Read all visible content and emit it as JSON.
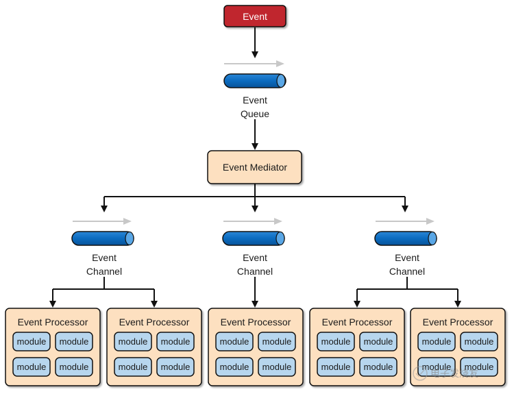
{
  "event": {
    "label": "Event"
  },
  "event_queue": {
    "label_line1": "Event",
    "label_line2": "Queue"
  },
  "mediator": {
    "label": "Event Mediator"
  },
  "channels": [
    {
      "label_line1": "Event",
      "label_line2": "Channel"
    },
    {
      "label_line1": "Event",
      "label_line2": "Channel"
    },
    {
      "label_line1": "Event",
      "label_line2": "Channel"
    }
  ],
  "processors": [
    {
      "title": "Event Processor",
      "modules": [
        "module",
        "module",
        "module",
        "module"
      ]
    },
    {
      "title": "Event Processor",
      "modules": [
        "module",
        "module",
        "module",
        "module"
      ]
    },
    {
      "title": "Event Processor",
      "modules": [
        "module",
        "module",
        "module",
        "module"
      ]
    },
    {
      "title": "Event Processor",
      "modules": [
        "module",
        "module",
        "module",
        "module"
      ]
    },
    {
      "title": "Event Processor",
      "modules": [
        "module",
        "module",
        "module",
        "module"
      ]
    }
  ],
  "watermark": "电子发烧友",
  "colors": {
    "event_fill": "#c0282f",
    "queue_fill": "#0b6bbf",
    "mediator_fill": "#fde0c0",
    "processor_fill": "#fde0c0",
    "module_fill": "#b7d6ee",
    "flow_arrow": "#c8c8c8"
  }
}
